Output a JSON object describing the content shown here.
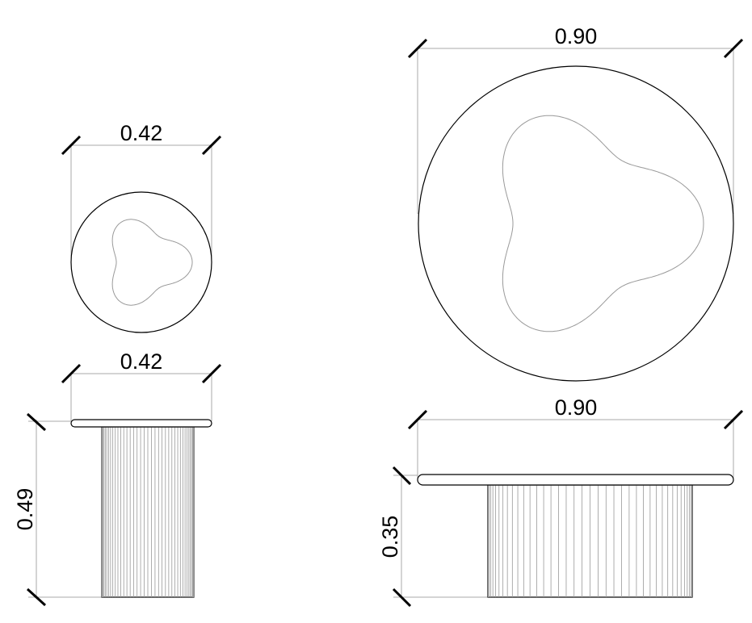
{
  "drawing": {
    "small_table": {
      "top_view_diameter_label": "0.42",
      "side_view_width_label": "0.42",
      "side_view_height_label": "0.49"
    },
    "large_table": {
      "top_view_diameter_label": "0.90",
      "side_view_width_label": "0.90",
      "side_view_height_label": "0.35"
    }
  }
}
